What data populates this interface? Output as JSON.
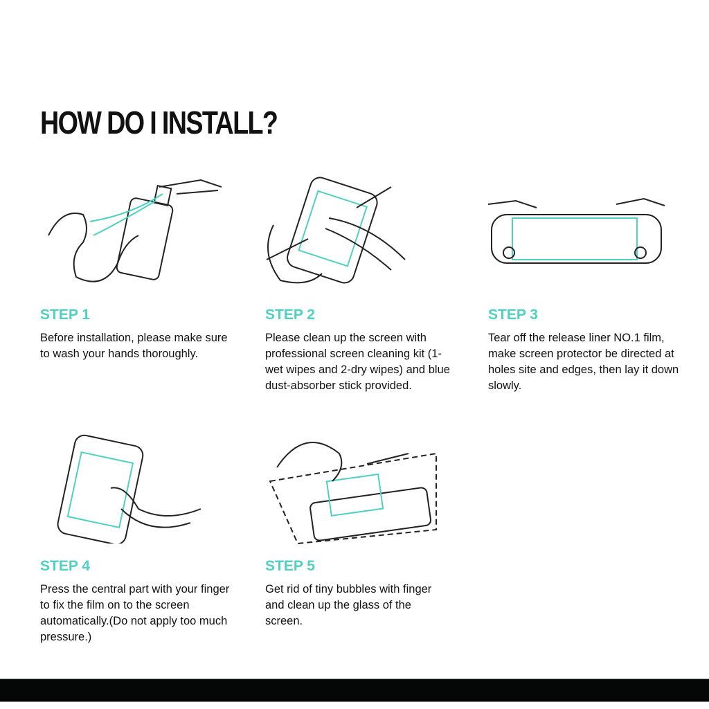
{
  "title": "HOW DO I INSTALL?",
  "accent_color": "#4fd0c0",
  "steps": [
    {
      "label": "STEP 1",
      "text": "Before installation, please make sure to wash your hands thoroughly.",
      "icon": "hand-washing-icon"
    },
    {
      "label": "STEP 2",
      "text": "Please clean up the screen with professional screen cleaning kit (1-wet wipes and 2-dry wipes) and blue dust-absorber stick provided.",
      "icon": "screen-cleaning-icon"
    },
    {
      "label": "STEP 3",
      "text": "Tear off the release liner NO.1 film, make screen protector be directed at holes site and edges, then lay it down slowly.",
      "icon": "apply-film-icon"
    },
    {
      "label": "STEP 4",
      "text": "Press the central part with your finger to fix the film on to the screen automatically.(Do not apply too much pressure.)",
      "icon": "press-center-icon"
    },
    {
      "label": "STEP 5",
      "text": "Get rid of tiny bubbles with finger and clean up the glass of the screen.",
      "icon": "remove-bubbles-icon"
    }
  ]
}
